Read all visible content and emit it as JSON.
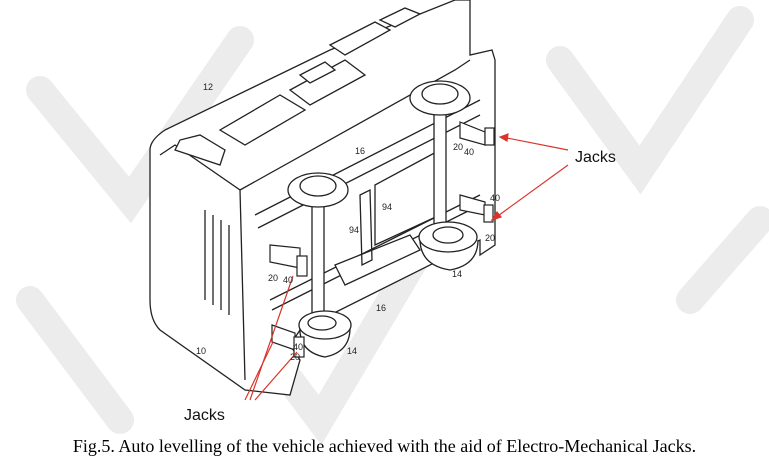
{
  "figure": {
    "labels": {
      "body": "12",
      "frame_top": "16",
      "frame_bottom": "16",
      "link_a": "94",
      "link_b": "94",
      "jack_fl_num": "20",
      "jack_fl_mot": "40",
      "jack_rl_num": "20",
      "jack_rl_mot": "40",
      "jack_tr_num": "20",
      "jack_tr_mot": "40",
      "jack_br_num": "20",
      "jack_br_mot": "40",
      "wheel_right": "14",
      "wheel_left": "14",
      "vehicle": "10"
    },
    "callouts": {
      "right": "Jacks",
      "bottom": "Jacks"
    },
    "arrow_color": "#d9342b"
  },
  "caption": "Fig.5. Auto levelling of the vehicle achieved with the aid of Electro-Mechanical Jacks."
}
